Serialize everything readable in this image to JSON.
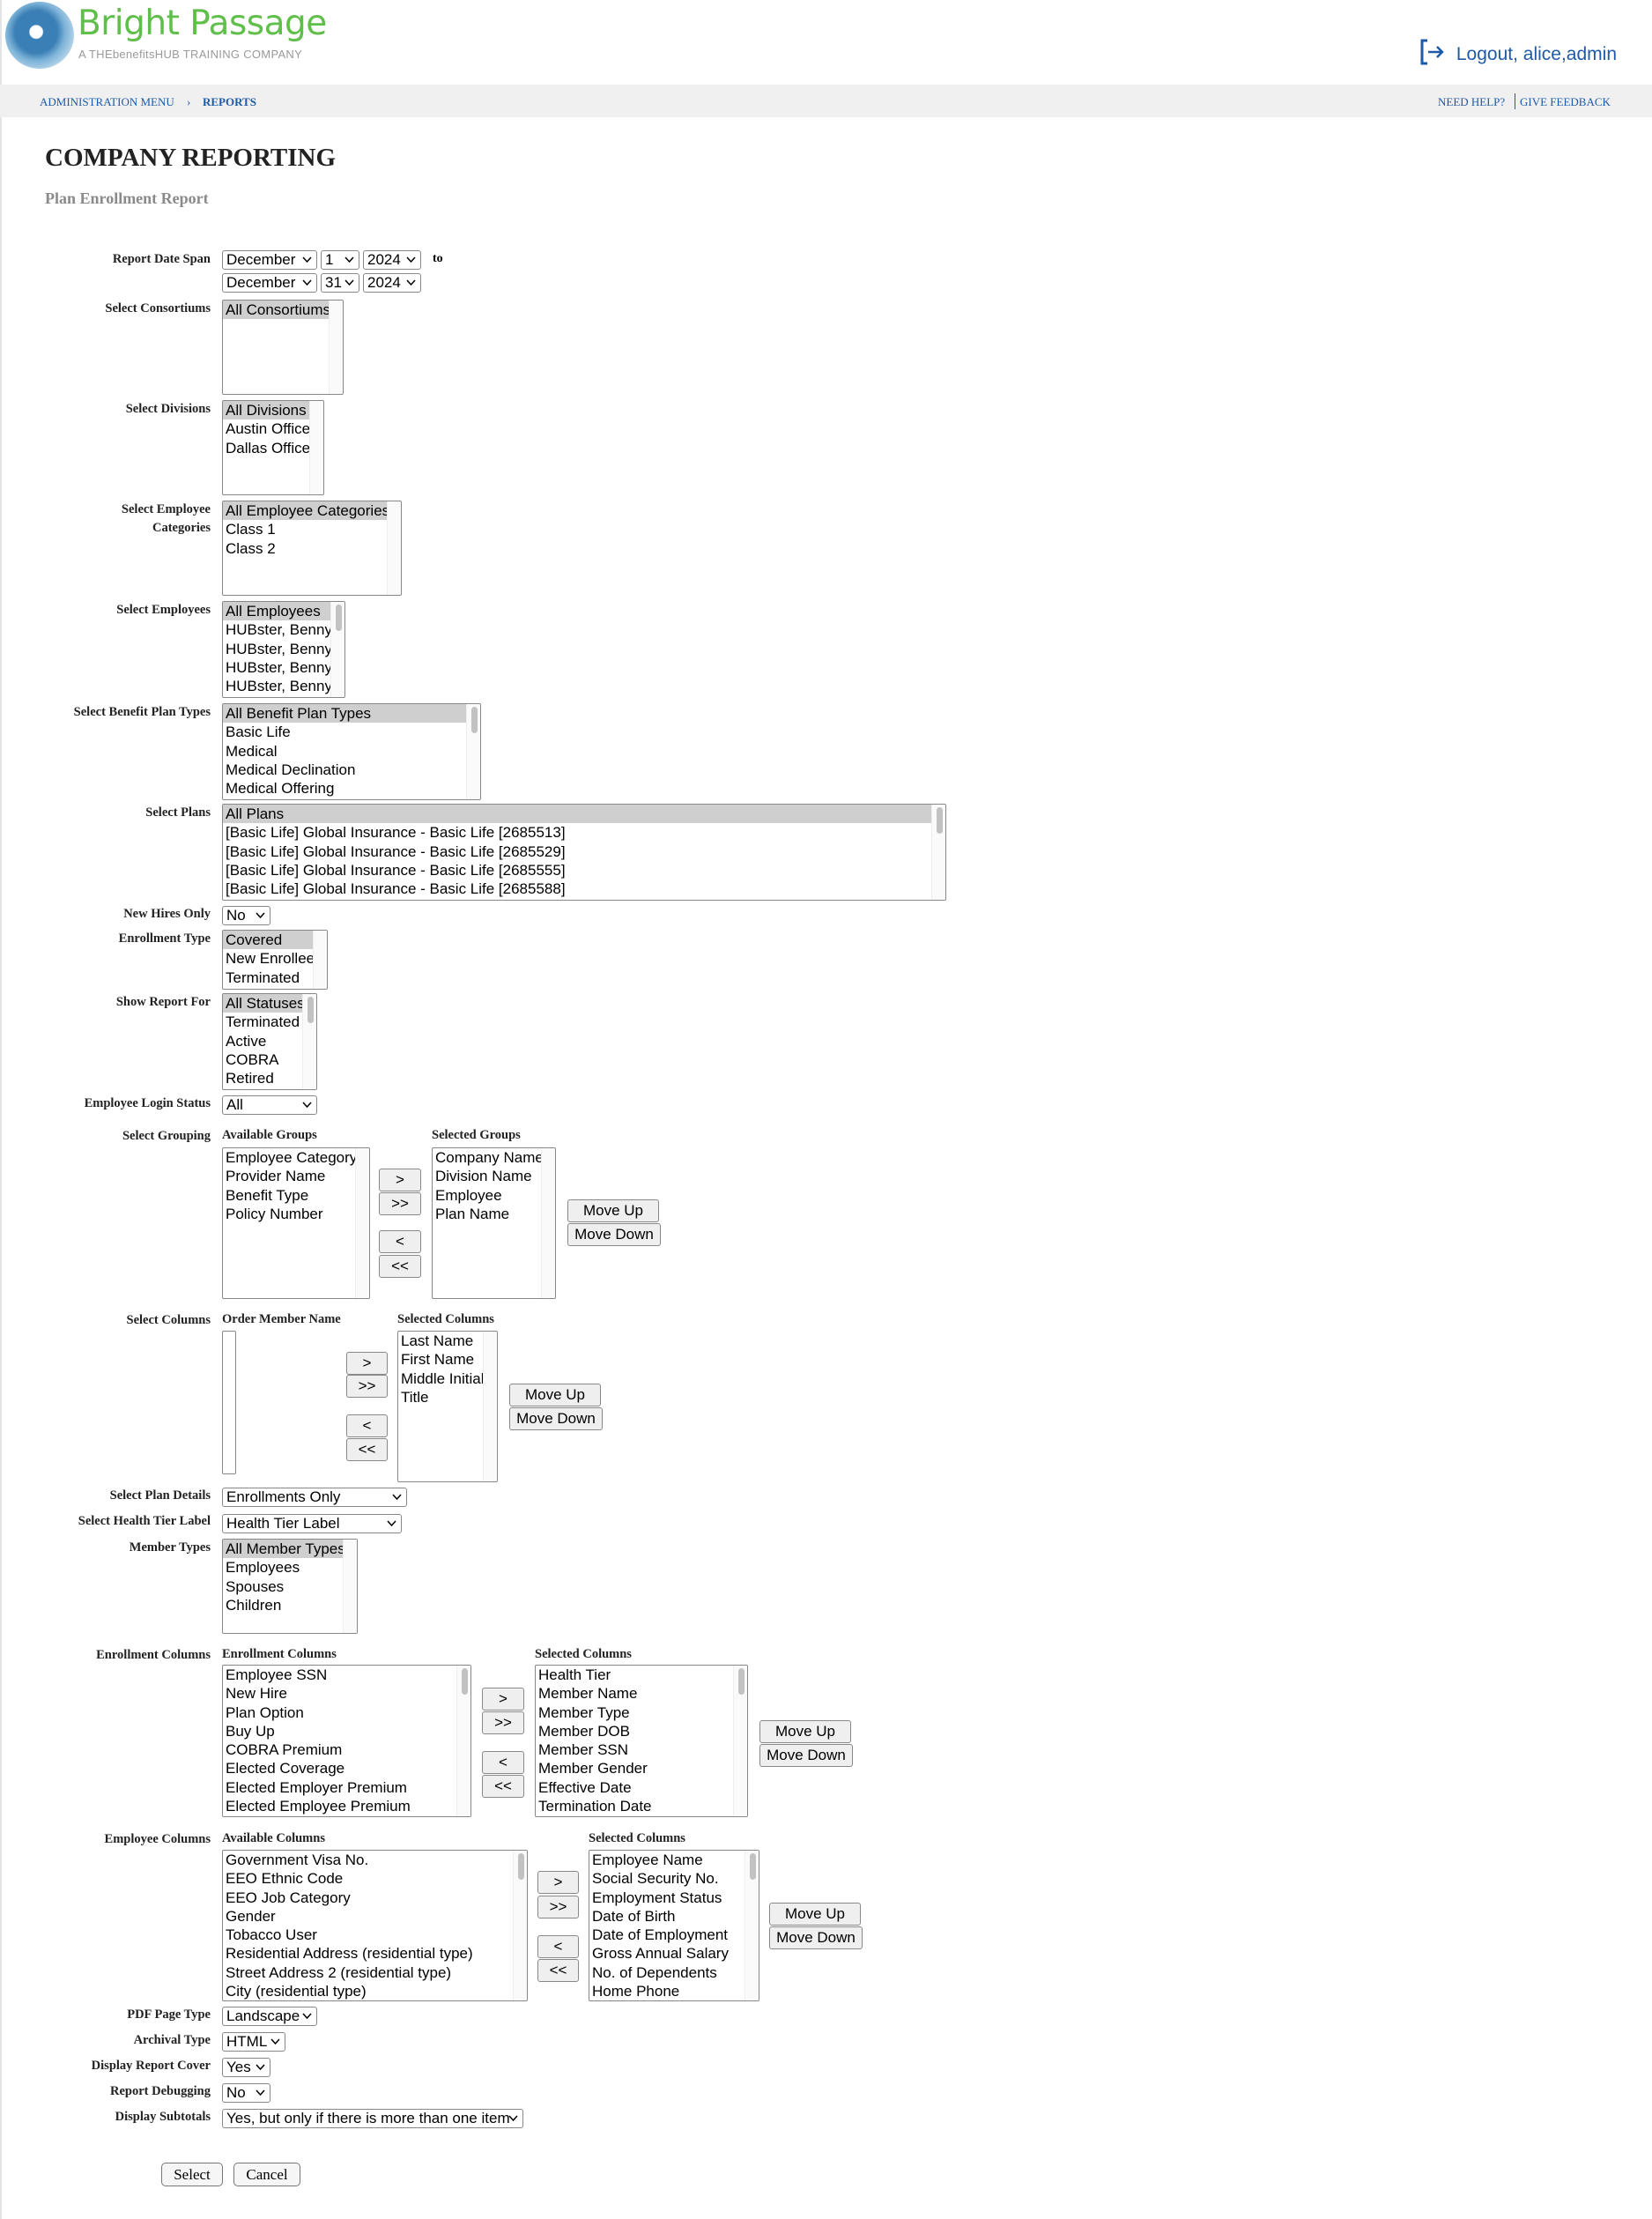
{
  "header": {
    "logo_title": "Bright Passage",
    "logo_tagline": "A THEbenefitsHUB TRAINING COMPANY",
    "logout_label": "Logout, alice,admin"
  },
  "breadcrumb": {
    "items": [
      "ADMINISTRATION MENU",
      "REPORTS"
    ],
    "separator": "›",
    "help": "NEED HELP?",
    "feedback": "GIVE FEEDBACK"
  },
  "page": {
    "title": "COMPANY REPORTING",
    "subtitle": "Plan Enrollment Report"
  },
  "form": {
    "date_span": {
      "label": "Report Date Span",
      "from": {
        "month": "December",
        "day": "1",
        "year": "2024"
      },
      "to_word": "to",
      "to": {
        "month": "December",
        "day": "31",
        "year": "2024"
      }
    },
    "consortiums": {
      "label": "Select Consortiums",
      "options": [
        "All Consortiums"
      ]
    },
    "divisions": {
      "label": "Select Divisions",
      "options": [
        "All Divisions",
        "Austin Office",
        "Dallas Office"
      ]
    },
    "employee_categories": {
      "label_1": "Select Employee",
      "label_2": "Categories",
      "options": [
        "All Employee Categories",
        "Class 1",
        "Class 2"
      ]
    },
    "employees": {
      "label": "Select Employees",
      "options": [
        "All Employees",
        "HUBster, Benny",
        "HUBster, Benny",
        "HUBster, Benny",
        "HUBster, Benny"
      ]
    },
    "benefit_plan_types": {
      "label": "Select Benefit Plan Types",
      "options": [
        "All Benefit Plan Types",
        "Basic Life",
        "Medical",
        "Medical Declination",
        "Medical Offering"
      ]
    },
    "plans": {
      "label": "Select Plans",
      "options": [
        "All Plans",
        "[Basic Life] Global Insurance - Basic Life [2685513]",
        "[Basic Life] Global Insurance - Basic Life [2685529]",
        "[Basic Life] Global Insurance - Basic Life [2685555]",
        "[Basic Life] Global Insurance - Basic Life [2685588]"
      ]
    },
    "new_hires_only": {
      "label": "New Hires Only",
      "value": "No"
    },
    "enrollment_type": {
      "label": "Enrollment Type",
      "options": [
        "Covered",
        "New Enrollee",
        "Terminated"
      ]
    },
    "show_report_for": {
      "label": "Show Report For",
      "options": [
        "All Statuses",
        "Terminated",
        "Active",
        "COBRA",
        "Retired"
      ]
    },
    "login_status": {
      "label": "Employee Login Status",
      "value": "All"
    },
    "grouping": {
      "label": "Select Grouping",
      "available_label": "Available Groups",
      "available": [
        "Employee Category",
        "Provider Name",
        "Benefit Type",
        "Policy Number"
      ],
      "selected_label": "Selected Groups",
      "selected": [
        "Company Name",
        "Division Name",
        "Employee",
        "Plan Name"
      ]
    },
    "columns": {
      "label": "Select Columns",
      "available_label": "Order Member Name",
      "available": [],
      "selected_label": "Selected Columns",
      "selected": [
        "Last Name",
        "First Name",
        "Middle Initial",
        "Title"
      ]
    },
    "plan_details": {
      "label": "Select Plan Details",
      "value": "Enrollments Only"
    },
    "health_tier_label": {
      "label": "Select Health Tier Label",
      "value": "Health Tier Label"
    },
    "member_types": {
      "label": "Member Types",
      "options": [
        "All Member Types",
        "Employees",
        "Spouses",
        "Children"
      ]
    },
    "enrollment_columns": {
      "label": "Enrollment Columns",
      "available_label": "Enrollment Columns",
      "available": [
        "Employee SSN",
        "New Hire",
        "Plan Option",
        "Buy Up",
        "COBRA Premium",
        "Elected Coverage",
        "Elected Employer Premium",
        "Elected Employee Premium"
      ],
      "selected_label": "Selected Columns",
      "selected": [
        "Health Tier",
        "Member Name",
        "Member Type",
        "Member DOB",
        "Member SSN",
        "Member Gender",
        "Effective Date",
        "Termination Date"
      ]
    },
    "employee_columns": {
      "label": "Employee Columns",
      "available_label": "Available Columns",
      "available": [
        "Government Visa No.",
        "EEO Ethnic Code",
        "EEO Job Category",
        "Gender",
        "Tobacco User",
        "Residential Address (residential type)",
        "Street Address 2 (residential type)",
        "City (residential type)"
      ],
      "selected_label": "Selected Columns",
      "selected": [
        "Employee Name",
        "Social Security No.",
        "Employment Status",
        "Date of Birth",
        "Date of Employment",
        "Gross Annual Salary",
        "No. of Dependents",
        "Home Phone"
      ]
    },
    "pdf_page_type": {
      "label": "PDF Page Type",
      "value": "Landscape"
    },
    "archival_type": {
      "label": "Archival Type",
      "value": "HTML"
    },
    "display_report_cover": {
      "label": "Display Report Cover",
      "value": "Yes"
    },
    "report_debugging": {
      "label": "Report Debugging",
      "value": "No"
    },
    "display_subtotals": {
      "label": "Display Subtotals",
      "value": "Yes, but only if there is more than one item"
    }
  },
  "buttons": {
    "add": ">",
    "add_all": ">>",
    "remove": "<",
    "remove_all": "<<",
    "move_up": "Move Up",
    "move_down": "Move Down",
    "select": "Select",
    "cancel": "Cancel"
  }
}
